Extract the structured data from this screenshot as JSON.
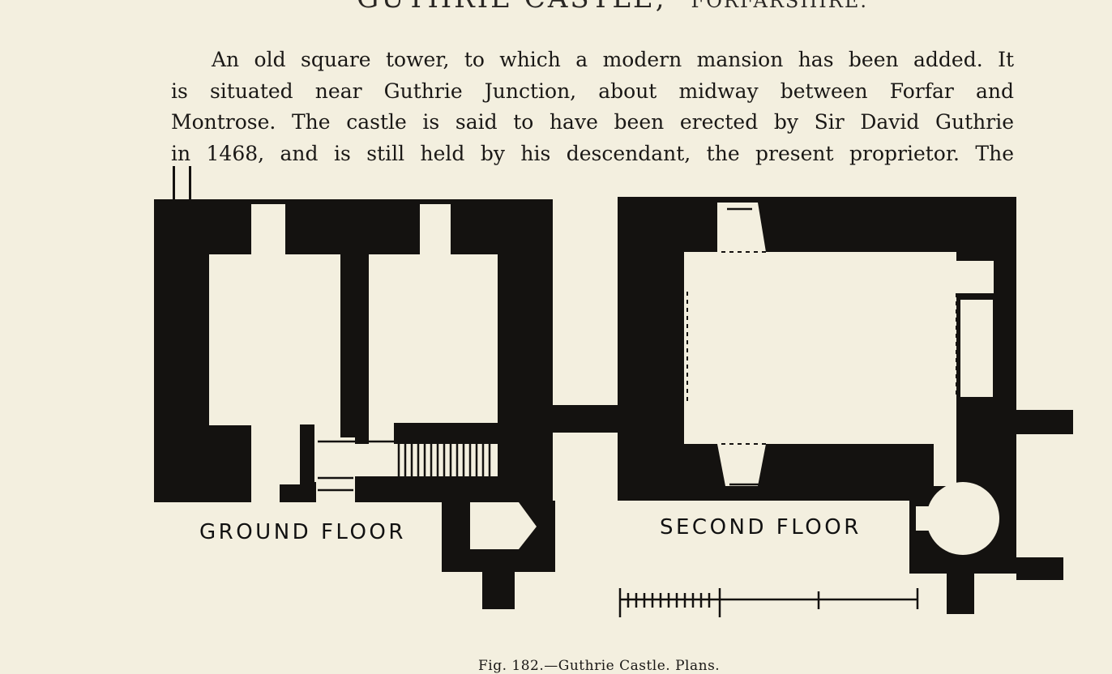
{
  "page": {
    "heading": "GUTHRIE CASTLE,",
    "heading_sub": "FORFARSHIRE.",
    "paragraph_lines": [
      "An old square tower, to which a modern mansion has been added.  It",
      "is situated near Guthrie Junction, about midway between Forfar and",
      "Montrose.  The castle is said to have been erected by Sir David Guthrie",
      "in 1468, and is still held by his descendant, the present proprietor.  The"
    ]
  },
  "figure": {
    "ground_floor_label": "GROUND  FLOOR",
    "second_floor_label": "SECOND  FLOOR",
    "caption": "Fig. 182.—Guthrie Castle.  Plans.",
    "colors": {
      "ink": "#141210",
      "paper": "#f3efdf"
    }
  }
}
